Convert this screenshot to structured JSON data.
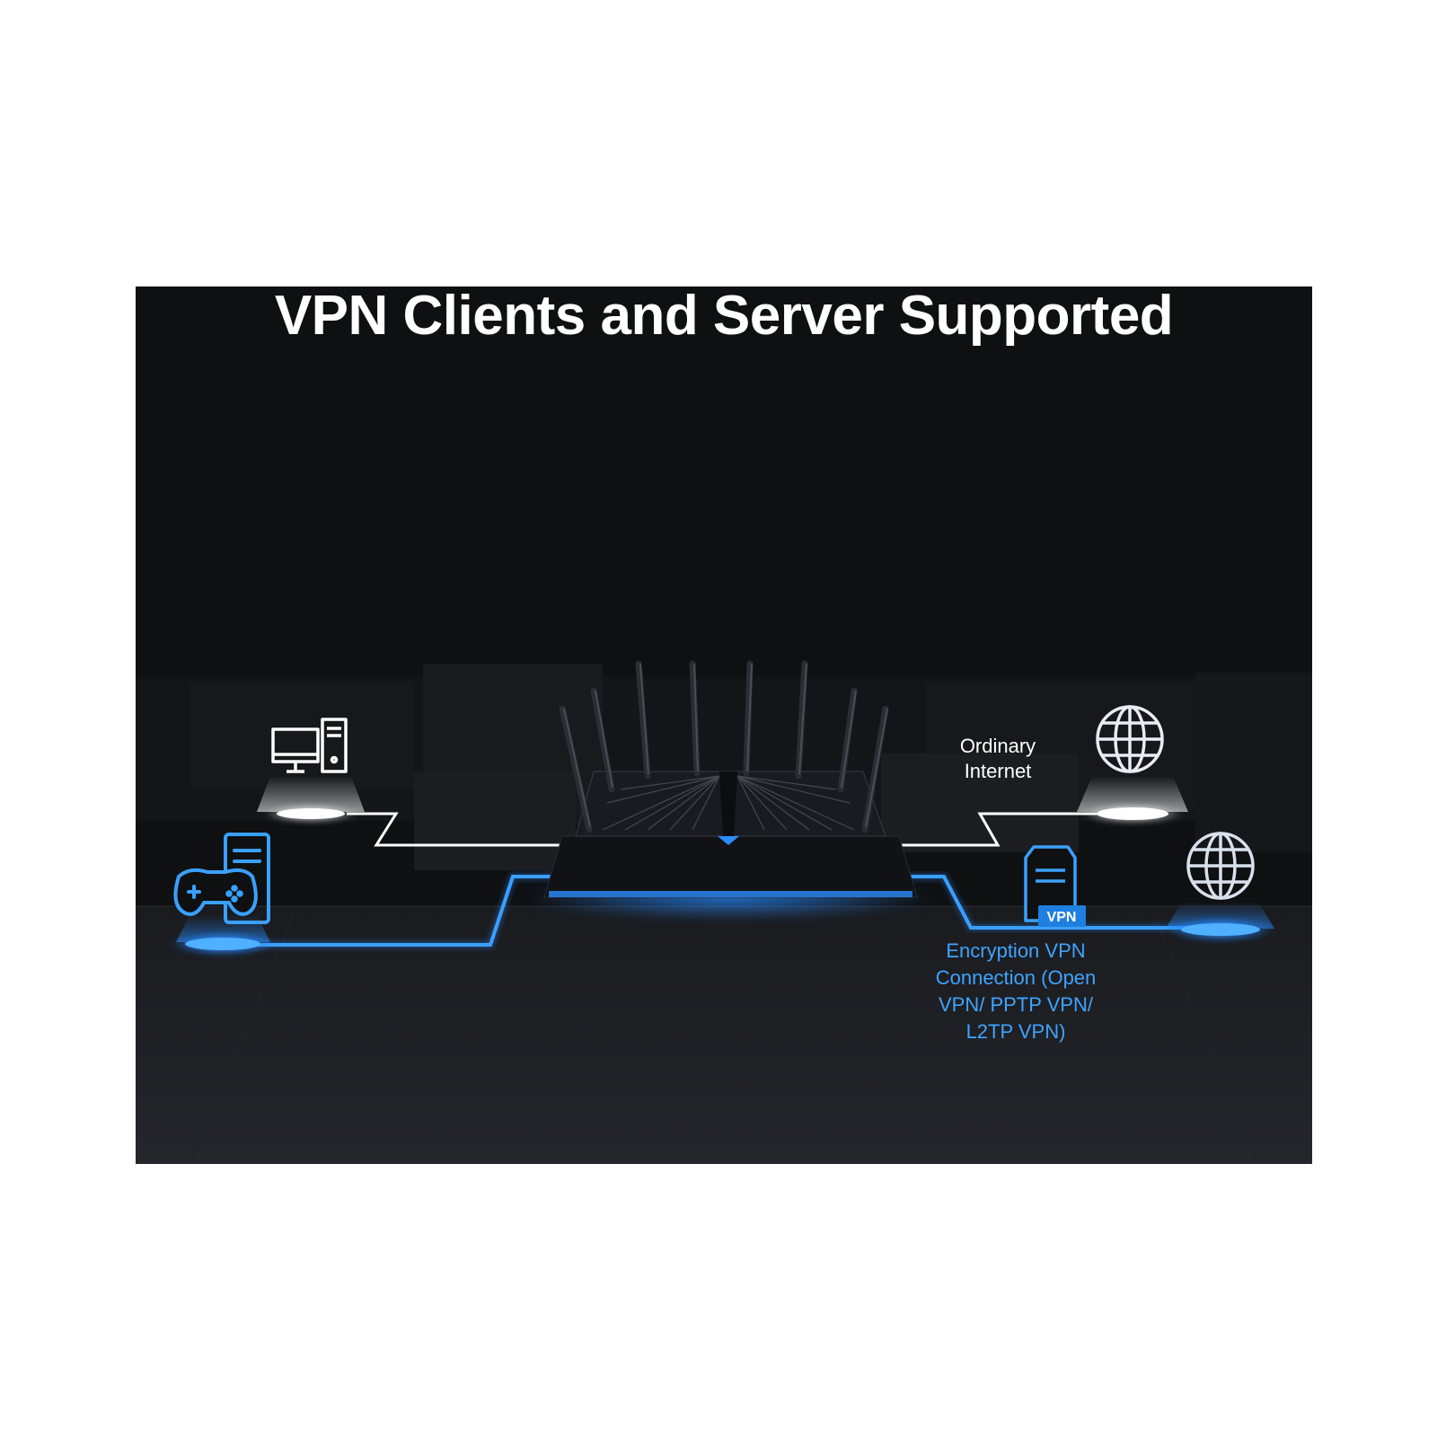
{
  "title": "VPN Clients and Server Supported",
  "labels": {
    "ordinary_internet": "Ordinary Internet",
    "vpn_badge": "VPN",
    "encryption_vpn": "Encryption VPN Connection (Open VPN/ PPTP VPN/ L2TP VPN)"
  },
  "icons": {
    "desktop": "desktop-computer-icon",
    "game": "game-console-icon",
    "server": "vpn-server-icon",
    "globe_ordinary": "globe-icon",
    "globe_vpn": "globe-icon",
    "router": "router-image"
  },
  "colors": {
    "background": "#0f1012",
    "ordinary_line": "#ffffff",
    "vpn_line": "#2a8cff",
    "vpn_text": "#3ea4ff",
    "title": "#ffffff"
  }
}
